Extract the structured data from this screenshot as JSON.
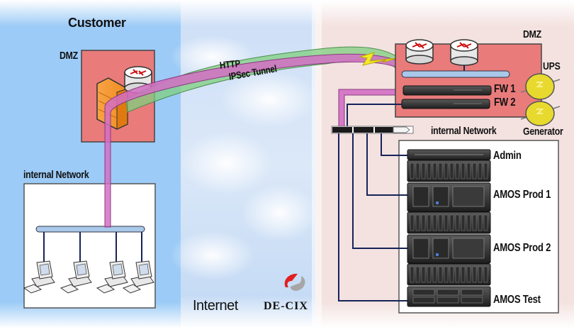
{
  "diagram": {
    "title": "Customer to Data Center Network Architecture",
    "zones": {
      "customer": {
        "label": "Customer",
        "color": "#9ccbf7"
      },
      "internet": {
        "label": "Internet",
        "color": "#cfe0f5"
      },
      "datacenter": {
        "label": "",
        "color": "#f3e4e2"
      }
    },
    "customer": {
      "dmz_label": "DMZ",
      "internal_label": "internal Network",
      "workstation_count": 4
    },
    "tunnel": {
      "http_label": "HTTP",
      "ipsec_label": "IPSec Tunnel",
      "http_color": "#d36fc4",
      "ipsec_color": "#7fcf7f"
    },
    "internet": {
      "label": "Internet",
      "exchange_label": "DE-CIX"
    },
    "datacenter": {
      "dmz_label": "DMZ",
      "fw1_label": "FW 1",
      "fw2_label": "FW 2",
      "ups_label": "UPS",
      "generator_label": "Generator",
      "internal_label": "internal Network",
      "servers": [
        {
          "label": "Admin"
        },
        {
          "label": "AMOS Prod 1"
        },
        {
          "label": "AMOS Prod 2"
        },
        {
          "label": "AMOS Test"
        }
      ]
    },
    "colors": {
      "dmz_fill": "#e97b7b",
      "bus": "#a9c8ea",
      "link": "#16235a",
      "power": "#e8d92e"
    }
  }
}
